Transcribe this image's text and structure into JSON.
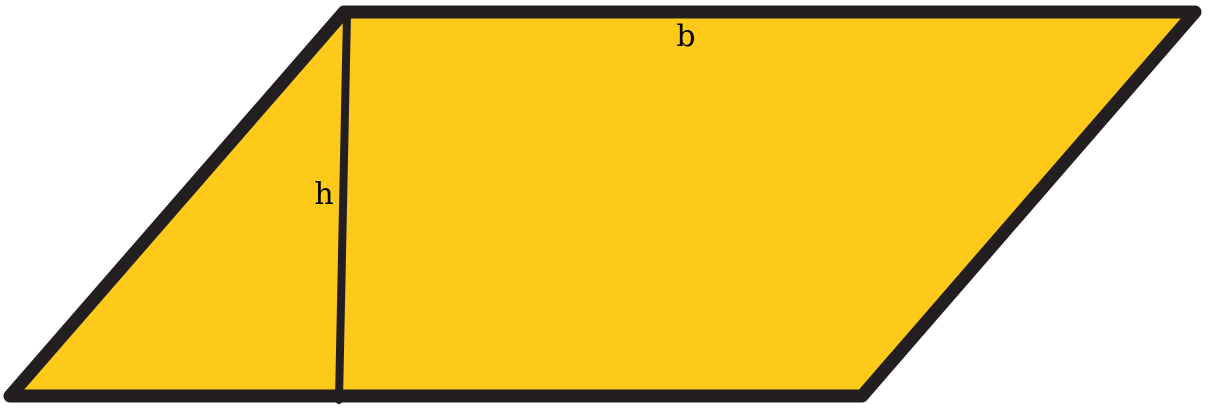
{
  "diagram": {
    "shape": "parallelogram",
    "colors": {
      "fill": "#FDCA1A",
      "stroke": "#231F20",
      "text": "#000000"
    },
    "labels": {
      "base": "b",
      "height": "h"
    }
  }
}
